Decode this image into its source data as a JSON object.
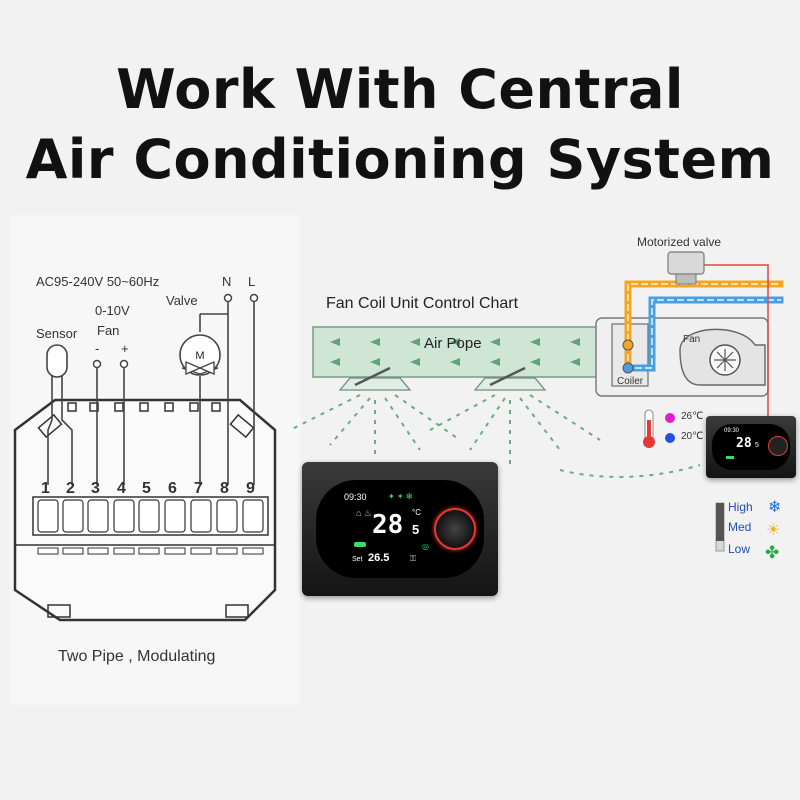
{
  "title": {
    "line1": "Work With Central",
    "line2": "Air Conditioning System"
  },
  "wiring": {
    "power_label": "AC95-240V  50~60Hz",
    "n_label": "N",
    "l_label": "L",
    "valve_label": "Valve",
    "fan_range_label": "0-10V",
    "fan_label": "Fan",
    "minus_label": "-",
    "plus_label": "+",
    "sensor_label": "Sensor",
    "terminals": [
      "1",
      "2",
      "3",
      "4",
      "5",
      "6",
      "7",
      "8",
      "9"
    ],
    "caption": "Two Pipe , Modulating"
  },
  "fcu": {
    "chart_title": "Fan Coil Unit Control Chart",
    "pipe_label": "Air Pope",
    "motorized_valve_label": "Motorized valve",
    "fan_label": "Fan",
    "coiler_label": "Coiler",
    "temp_hot": "26℃",
    "temp_cold": "20℃"
  },
  "fan_speeds": {
    "high": "High",
    "med": "Med",
    "low": "Low"
  },
  "thermostat_main": {
    "time": "09:30",
    "temperature": "28",
    "temperature_decimal": "5",
    "unit": "°C",
    "set_label": "Set",
    "set_temperature": "26.5"
  },
  "thermostat_small": {
    "time": "09:30",
    "temperature": "28",
    "temperature_decimal": "5"
  },
  "colors": {
    "hot_pipe": "#f5a524",
    "cold_pipe": "#4a9fe0",
    "duct": "#cfe6d6",
    "wire": "#444444",
    "display_green": "#3ddc6a",
    "accent_red": "#e53935",
    "hot_dot": "#e020d0",
    "cold_dot": "#2050e0"
  }
}
